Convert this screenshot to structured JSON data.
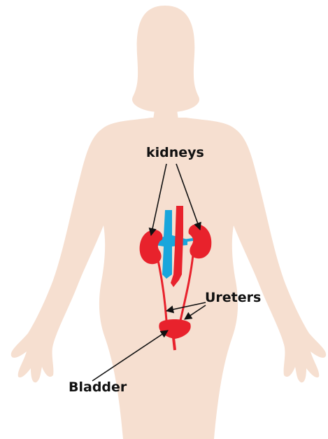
{
  "labels": {
    "kidneys": "kidneys",
    "ureters": "Ureters",
    "bladder": "Bladder"
  },
  "colors": {
    "skin": "#f6dfd0",
    "organ_red": "#e8222c",
    "vein_blue": "#19a6dc",
    "arrow": "#111111"
  },
  "icons": {
    "figure": "female-body-silhouette-icon"
  }
}
